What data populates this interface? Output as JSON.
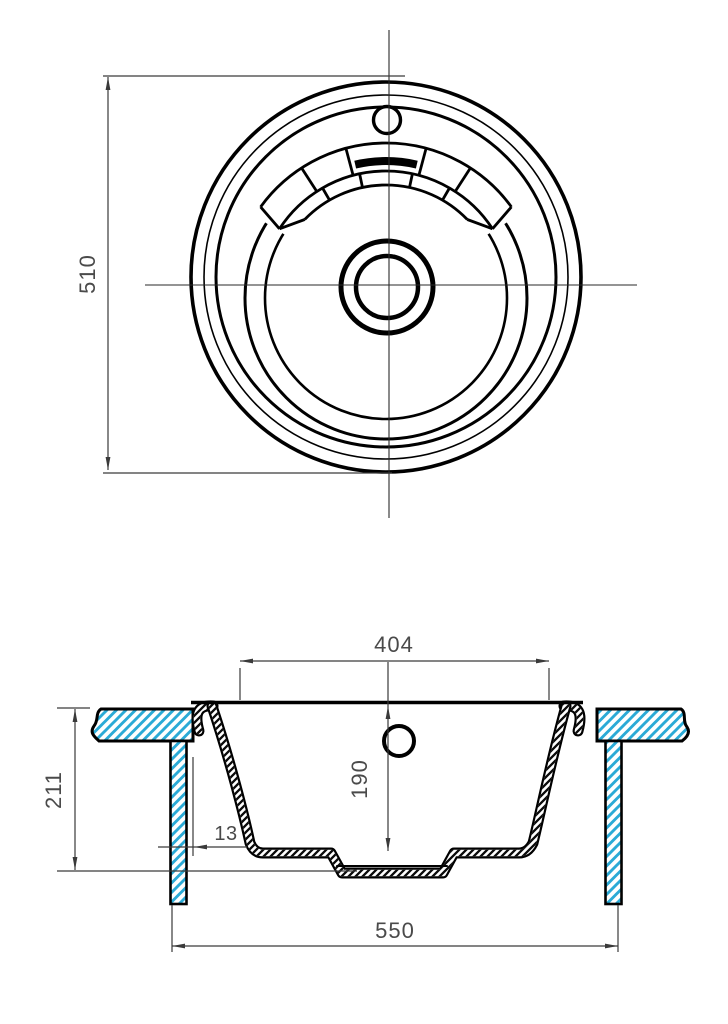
{
  "page": {
    "background": "#ffffff"
  },
  "drawing": {
    "type": "technical-drawing",
    "subject": "round kitchen sink - plan view and sectional elevation",
    "colors": {
      "outline": "#000000",
      "dimension_line": "#3a3a3a",
      "dimension_text": "#4a4a4a",
      "countertop_hatch": "#2baad6",
      "background": "#ffffff"
    },
    "top_view": {
      "dimensions": {
        "outer_diameter": "510"
      }
    },
    "section_view": {
      "dimensions": {
        "bowl_top_width": "404",
        "bowl_depth": "190",
        "rim_overhang": "13",
        "overall_height": "211",
        "base_width": "550"
      }
    }
  }
}
